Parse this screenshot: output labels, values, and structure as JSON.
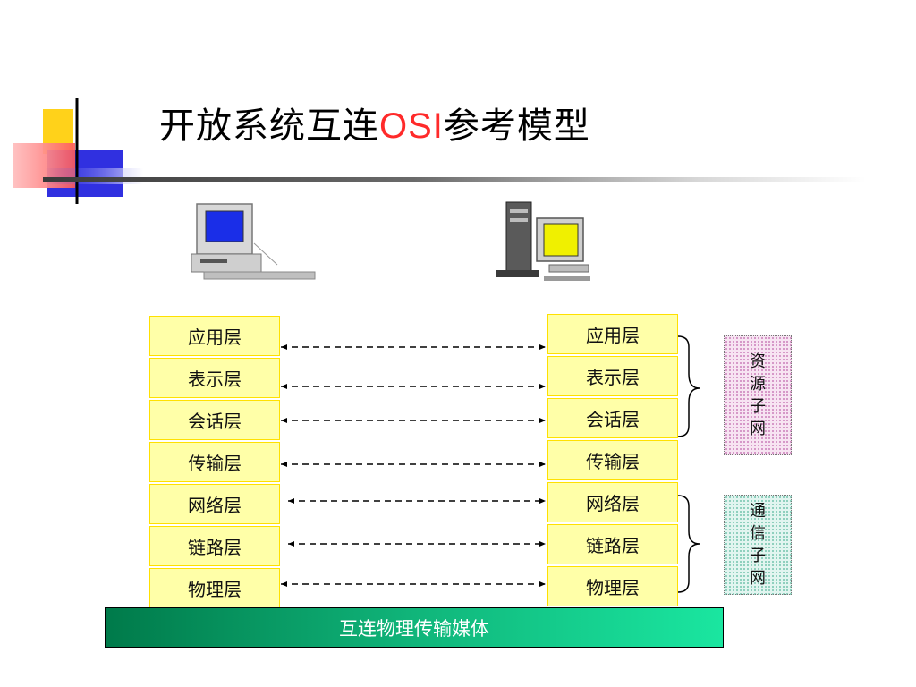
{
  "title": {
    "prefix": "开放系统互连",
    "accent": "OSI",
    "suffix": "参考模型"
  },
  "left_stack": [
    "应用层",
    "表示层",
    "会话层",
    "传输层",
    "网络层",
    "链路层",
    "物理层"
  ],
  "right_stack": [
    "应用层",
    "表示层",
    "会话层",
    "传输层",
    "网络层",
    "链路层",
    "物理层"
  ],
  "resource_subnet": [
    "资",
    "源",
    "子",
    "网"
  ],
  "communication_subnet": [
    "通",
    "信",
    "子",
    "网"
  ],
  "medium": "互连物理传输媒体",
  "colors": {
    "title_accent": "#ff2a2a",
    "layer_fill": "#ffffa8",
    "layer_border": "#ffe000",
    "resource_fill": "#f7e4f2",
    "communication_fill": "#e2f5f0",
    "medium_dark": "#007a4a",
    "medium_light": "#1ae6a0"
  }
}
